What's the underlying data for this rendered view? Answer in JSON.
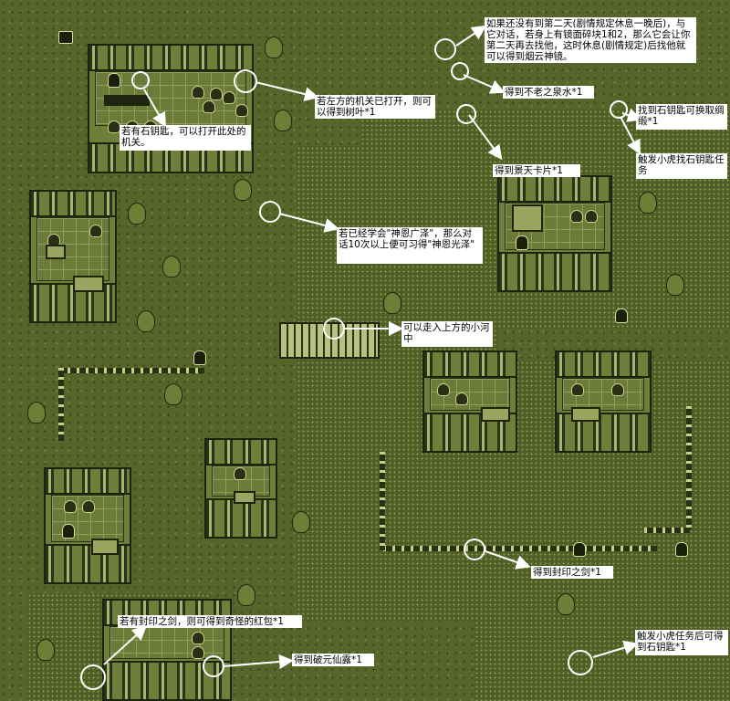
{
  "annotations": [
    {
      "id": "cliff-item",
      "text": "如果还没有到第二天(剧情规定休息一晚后)，与它对话，若身上有镜面碎块1和2，那么它会让你第二天再去找他，这时休息(剧情规定)后找他就可以得到烟云神镜。"
    },
    {
      "id": "fountain",
      "text": "得到不老之泉水*1"
    },
    {
      "id": "stone-key-trade",
      "text": "找到石钥匙可换取绸缎*1"
    },
    {
      "id": "tiger-quest-trigger",
      "text": "触发小虎找石钥匙任务"
    },
    {
      "id": "mechanism-leaf",
      "text": "若左方的机关已打开，则可以得到树叶*1"
    },
    {
      "id": "stone-key-mechanism",
      "text": "若有石钥匙，可以打开此处的机关。"
    },
    {
      "id": "scenery-card",
      "text": "得到景天卡片*1"
    },
    {
      "id": "divine-grace",
      "text": "若已经学会\"神恩广泽\"，那么对话10次以上便可习得\"神恩光泽\""
    },
    {
      "id": "river-entry",
      "text": "可以走入上方的小河中"
    },
    {
      "id": "seal-sword",
      "text": "得到封印之剑*1"
    },
    {
      "id": "red-pouch",
      "text": "若有封印之剑，则可得到奇怪的红包*1"
    },
    {
      "id": "poyuan-dew",
      "text": "得到破元仙露*1"
    },
    {
      "id": "stone-key-reward",
      "text": "触发小虎任务后可得到石钥匙*1"
    }
  ],
  "colors": {
    "grass": "#56662a",
    "marker": "#ffffff",
    "note_bg": "#ffffff",
    "ink": "#000000"
  }
}
